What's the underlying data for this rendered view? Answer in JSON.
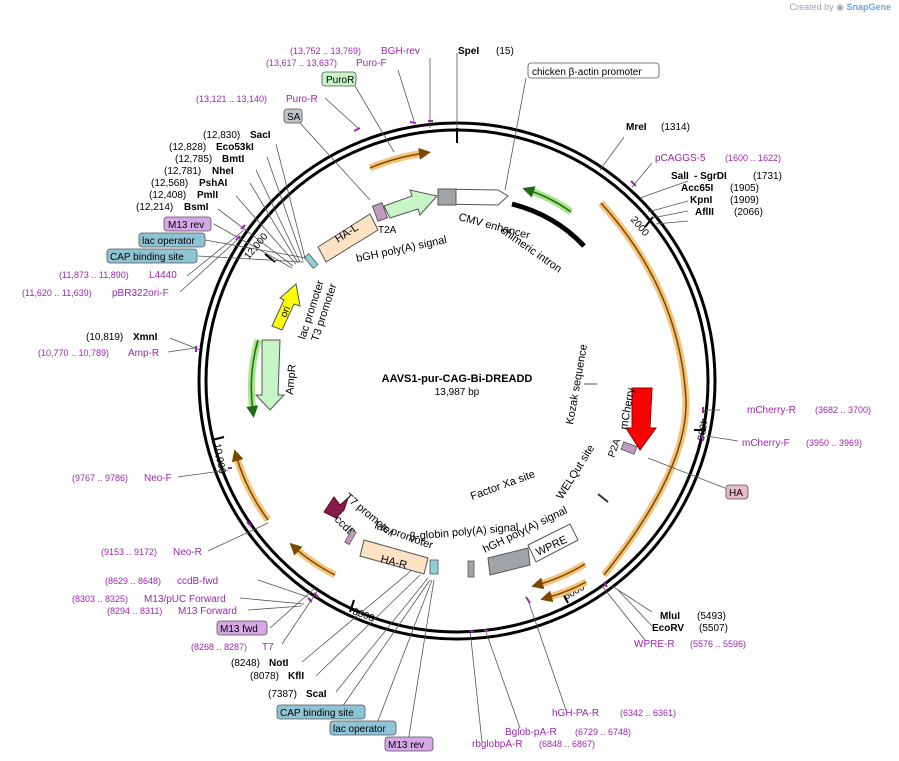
{
  "watermark": {
    "prefix": "Created by",
    "brand": "SnapGene"
  },
  "plasmid": {
    "name": "AAVS1-pur-CAG-Bi-DREADD",
    "length_label": "13,987 bp",
    "length": 13987
  },
  "colors": {
    "primer": "#9c27b0",
    "enzyme": "#000000",
    "backbone": "#000000",
    "orange_arc": "#f5a623",
    "green_arc": "#2e8b1e",
    "mcherry": "#ff0000",
    "ha_arm": "#fde2c4",
    "puror": "#c6f5c6",
    "ampr": "#c6f5c6",
    "ori": "#ffff00",
    "ccdb": "#8b1a4a",
    "gray": "#a0a4a8"
  },
  "ticks": [
    {
      "label": "2000"
    },
    {
      "label": "4000"
    },
    {
      "label": "6000"
    },
    {
      "label": "8000"
    },
    {
      "label": "10,000"
    },
    {
      "label": "12,000"
    }
  ],
  "enzymes": [
    {
      "name": "SpeI",
      "pos": "(15)"
    },
    {
      "name": "MreI",
      "pos": "(1314)"
    },
    {
      "name": "SalI",
      "pos": "(1731)",
      "joined": "- SgrDI"
    },
    {
      "name": "Acc65I",
      "pos": "(1905)"
    },
    {
      "name": "KpnI",
      "pos": "(1909)"
    },
    {
      "name": "AflII",
      "pos": "(2066)"
    },
    {
      "name": "MluI",
      "pos": "(5493)"
    },
    {
      "name": "EcoRV",
      "pos": "(5507)"
    },
    {
      "name": "ScaI",
      "pos": "(7387)"
    },
    {
      "name": "KflI",
      "pos": "(8078)"
    },
    {
      "name": "NotI",
      "pos": "(8248)"
    },
    {
      "name": "XmnI",
      "pos": "(10,819)"
    },
    {
      "name": "BsmI",
      "pos": "(12,214)"
    },
    {
      "name": "PmlI",
      "pos": "(12,408)"
    },
    {
      "name": "PshAI",
      "pos": "(12,568)"
    },
    {
      "name": "NheI",
      "pos": "(12,781)"
    },
    {
      "name": "BmtI",
      "pos": "(12,785)"
    },
    {
      "name": "Eco53kI",
      "pos": "(12,828)"
    },
    {
      "name": "SacI",
      "pos": "(12,830)"
    }
  ],
  "primers": [
    {
      "name": "BGH-rev",
      "range": "(13,752 .. 13,769)"
    },
    {
      "name": "Puro-F",
      "range": "(13,617 .. 13,637)"
    },
    {
      "name": "Puro-R",
      "range": "(13,121 .. 13,140)"
    },
    {
      "name": "pCAGGS-5",
      "range": "(1600 .. 1622)"
    },
    {
      "name": "mCherry-R",
      "range": "(3682 .. 3700)"
    },
    {
      "name": "mCherry-F",
      "range": "(3950 .. 3969)"
    },
    {
      "name": "WPRE-R",
      "range": "(5576 .. 5596)"
    },
    {
      "name": "hGH-PA-R",
      "range": "(6342 .. 6361)"
    },
    {
      "name": "Bglob-pA-R",
      "range": "(6729 .. 6748)"
    },
    {
      "name": "rbglobpA-R",
      "range": "(6848 .. 6867)"
    },
    {
      "name": "T7",
      "range": "(8268 .. 8287)"
    },
    {
      "name": "M13 Forward",
      "range": "(8294 .. 8311)"
    },
    {
      "name": "M13/pUC Forward",
      "range": "(8303 .. 8325)"
    },
    {
      "name": "ccdB-fwd",
      "range": "(8629 .. 8648)"
    },
    {
      "name": "Neo-R",
      "range": "(9153 .. 9172)"
    },
    {
      "name": "Neo-F",
      "range": "(9767 .. 9786)"
    },
    {
      "name": "Amp-R",
      "range": "(10,770 .. 10,789)"
    },
    {
      "name": "pBR322ori-F",
      "range": "(11,620 .. 11,639)"
    },
    {
      "name": "L4440",
      "range": "(11,873 .. 11,890)"
    }
  ],
  "boxed_labels": [
    {
      "text": "PuroR"
    },
    {
      "text": "SA"
    },
    {
      "text": "chicken β-actin promoter"
    },
    {
      "text": "M13 rev"
    },
    {
      "text": "lac operator"
    },
    {
      "text": "CAP binding site"
    },
    {
      "text": "HA"
    },
    {
      "text": "M13 fwd"
    },
    {
      "text": "CAP binding site"
    },
    {
      "text": "lac operator"
    },
    {
      "text": "M13 rev"
    }
  ],
  "inner_labels": [
    {
      "text": "CMV enhancer"
    },
    {
      "text": "chimeric intron"
    },
    {
      "text": "HA-L"
    },
    {
      "text": "T2A"
    },
    {
      "text": "bGH poly(A) signal"
    },
    {
      "text": "lac promoter"
    },
    {
      "text": "T3 promoter"
    },
    {
      "text": "ori"
    },
    {
      "text": "AmpR"
    },
    {
      "text": "Kozak sequence"
    },
    {
      "text": "mCherry"
    },
    {
      "text": "P2A"
    },
    {
      "text": "WELQut site"
    },
    {
      "text": "Factor Xa site"
    },
    {
      "text": "hGH poly(A) signal"
    },
    {
      "text": "β-globin poly(A) signal"
    },
    {
      "text": "WPRE"
    },
    {
      "text": "lac promoter"
    },
    {
      "text": "T7 promoter"
    },
    {
      "text": "ccdB"
    },
    {
      "text": "HA-R"
    }
  ]
}
